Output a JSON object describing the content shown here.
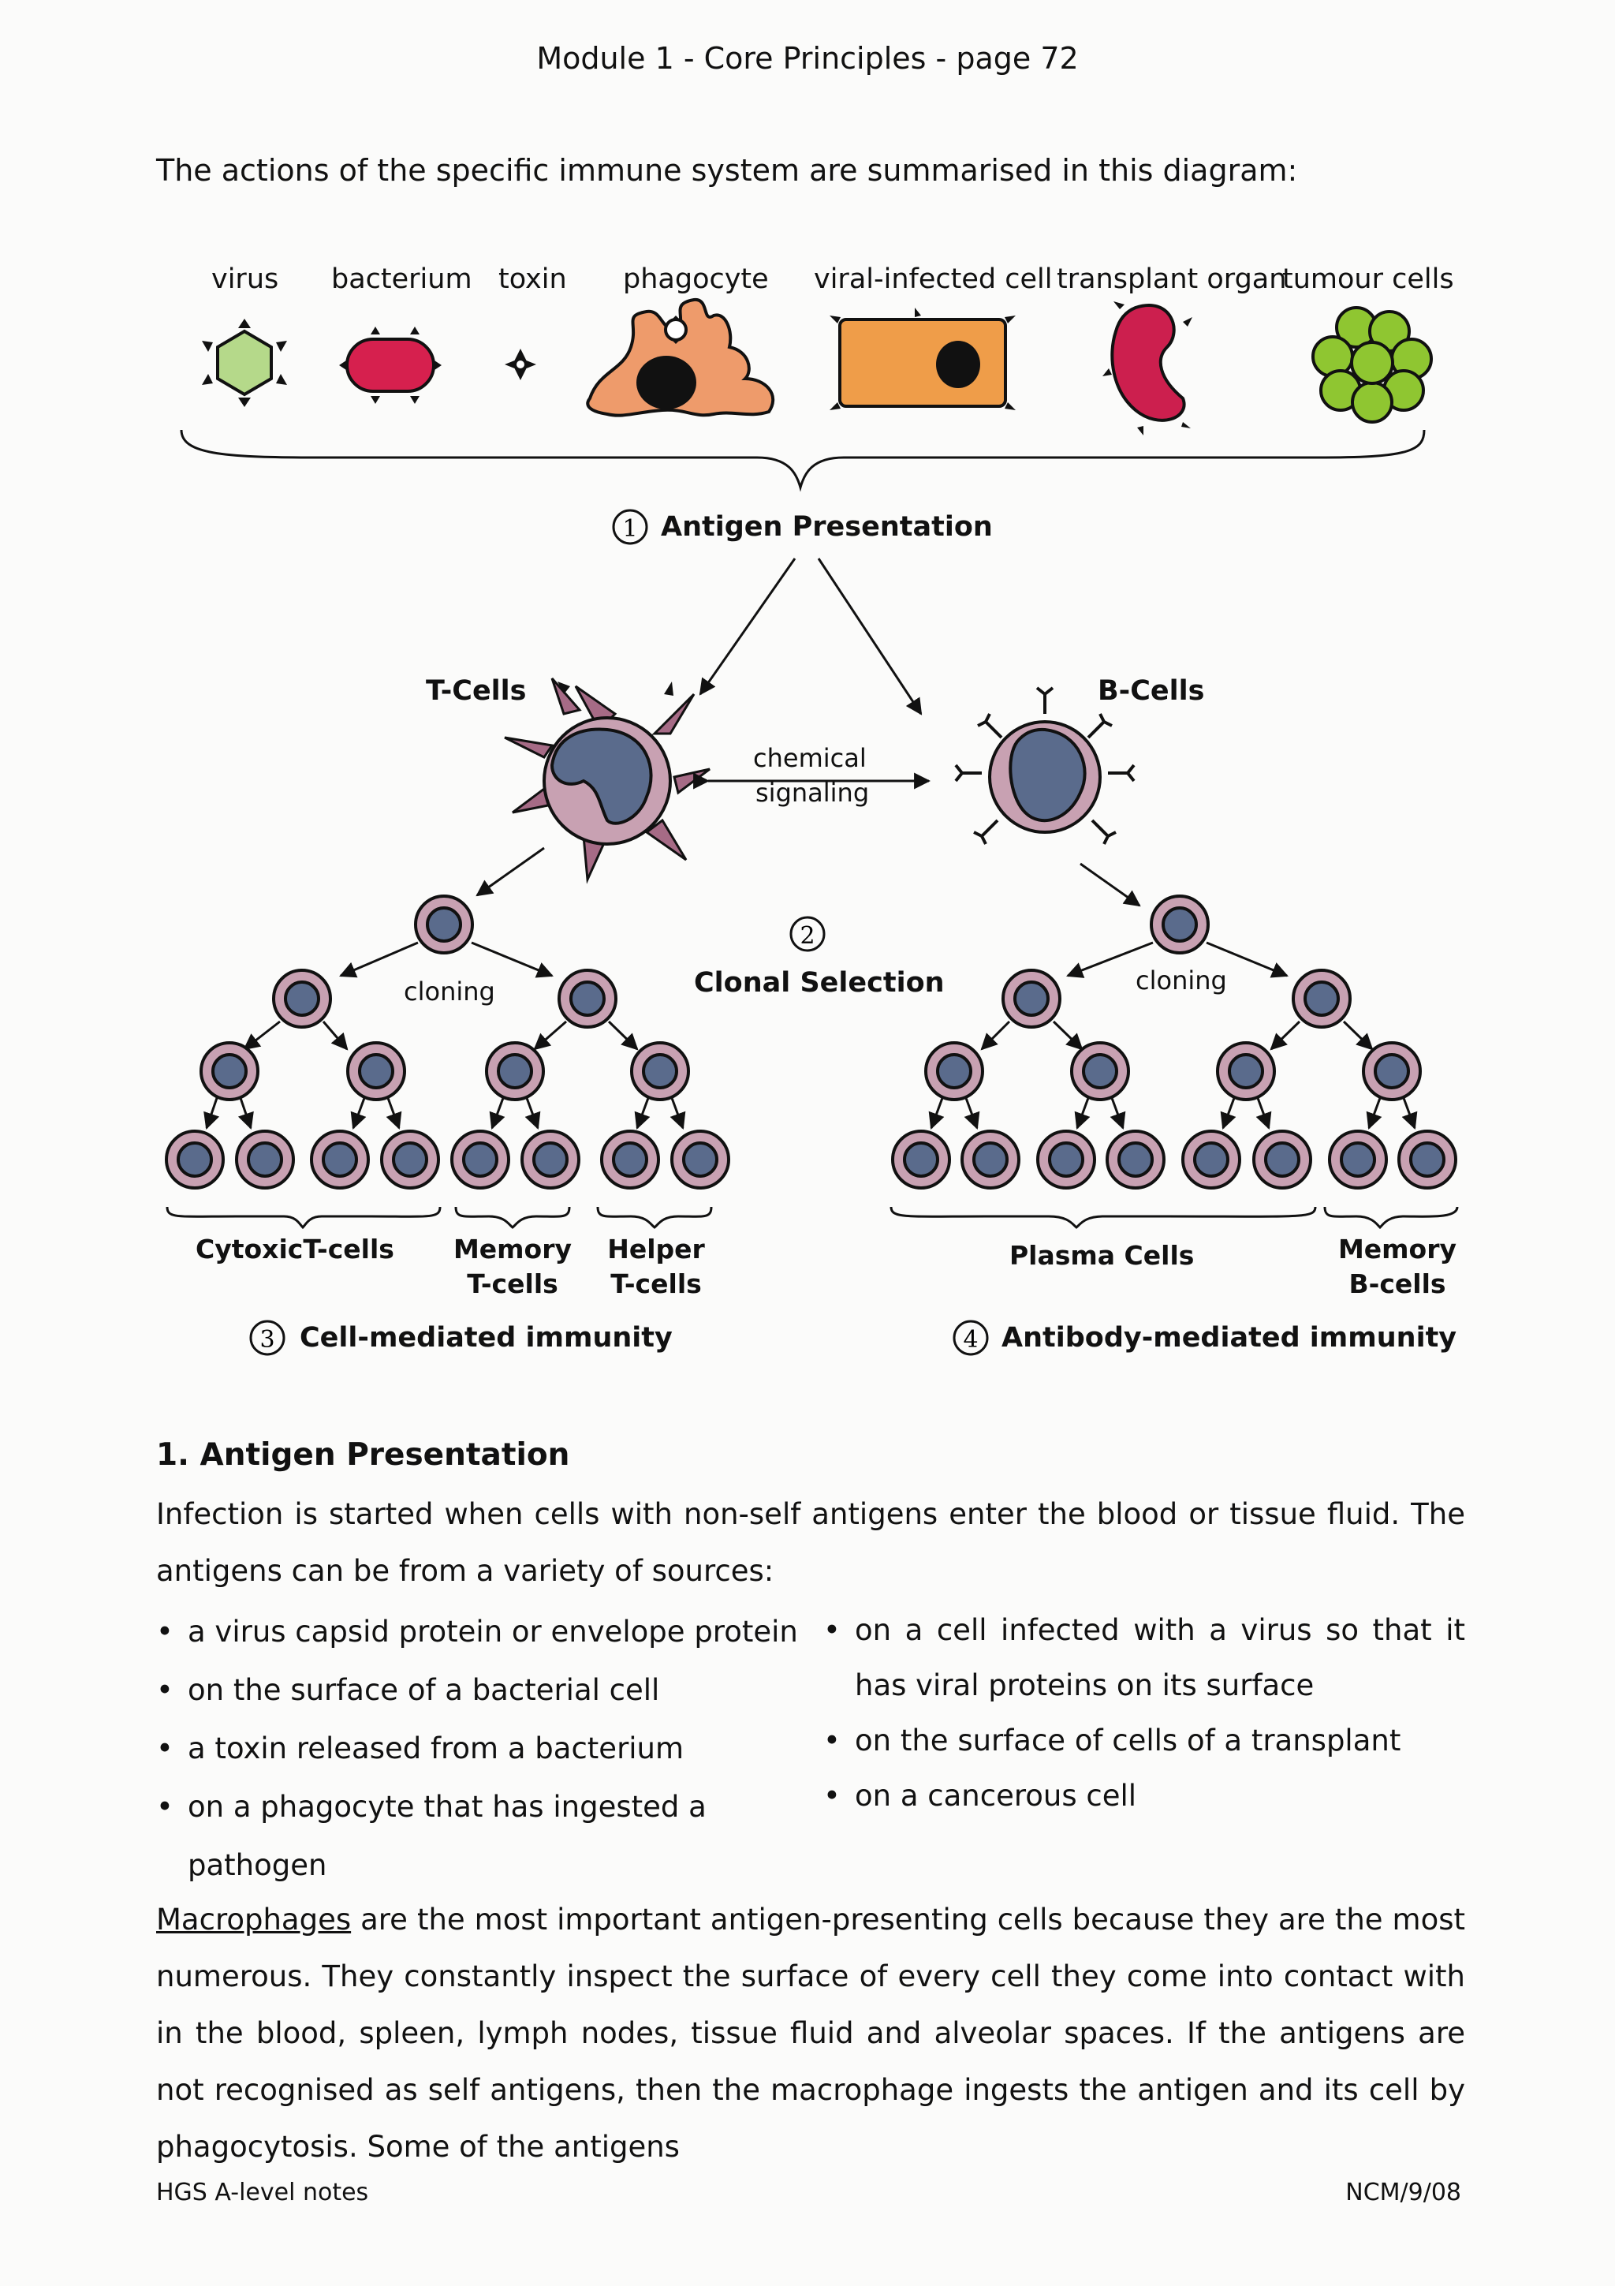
{
  "header": {
    "title": "Module 1 - Core Principles - page 72"
  },
  "intro": "The actions of the specific immune system are summarised in this diagram:",
  "diagram": {
    "antigen_sources": [
      "virus",
      "bacterium",
      "toxin",
      "phagocyte",
      "viral-infected cell",
      "transplant organ",
      "tumour cells"
    ],
    "steps": [
      {
        "num": "1",
        "label": "Antigen Presentation"
      },
      {
        "num": "2",
        "label": "Clonal Selection"
      },
      {
        "num": "3",
        "label": "Cell-mediated immunity"
      },
      {
        "num": "4",
        "label": "Antibody-mediated immunity"
      }
    ],
    "t_cells": "T-Cells",
    "b_cells": "B-Cells",
    "signal_line1": "chemical",
    "signal_line2": "signaling",
    "cloning_left": "cloning",
    "cloning_right": "cloning",
    "groups": {
      "cytoxic": "CytoxicT-cells",
      "memory_t_1": "Memory",
      "memory_t_2": "T-cells",
      "helper_1": "Helper",
      "helper_2": "T-cells",
      "plasma": "Plasma Cells",
      "memory_b_1": "Memory",
      "memory_b_2": "B-cells"
    },
    "colors": {
      "virus": "#b5d98a",
      "bacterium": "#d6204e",
      "phagocyte": "#ee9b6b",
      "infected_cell": "#ef9d49",
      "transplant": "#cc1f4e",
      "tumour": "#8fc631",
      "lymphocyte_cytoplasm": "#c8a1b2",
      "lymphocyte_nucleus": "#5a6b8c",
      "t_cell_spikes": "#a66b86"
    }
  },
  "section1": {
    "heading": "1. Antigen Presentation",
    "para1": "Infection is started when cells with non-self antigens enter the blood or tissue fluid. The antigens can be from a variety of sources:",
    "bullets_left": [
      "a virus capsid protein or envelope protein",
      "on the surface of a bacterial cell",
      "a toxin released from a bacterium",
      "on a phagocyte that has ingested a pathogen"
    ],
    "bullets_right": [
      "on a cell infected with a virus so that it has viral proteins on its surface",
      "on the surface of cells of a transplant",
      "on a cancerous cell"
    ],
    "para2_term": "Macrophages",
    "para2_rest": " are the most important antigen-presenting cells because they are the most numerous. They constantly inspect the surface of every cell they come into contact with in the blood, spleen, lymph nodes, tissue fluid and alveolar spaces. If the antigens are not recognised as self antigens, then the macrophage ingests the antigen and its cell by phagocytosis. Some of the antigens"
  },
  "footer": {
    "left": "HGS A-level notes",
    "right": "NCM/9/08"
  }
}
